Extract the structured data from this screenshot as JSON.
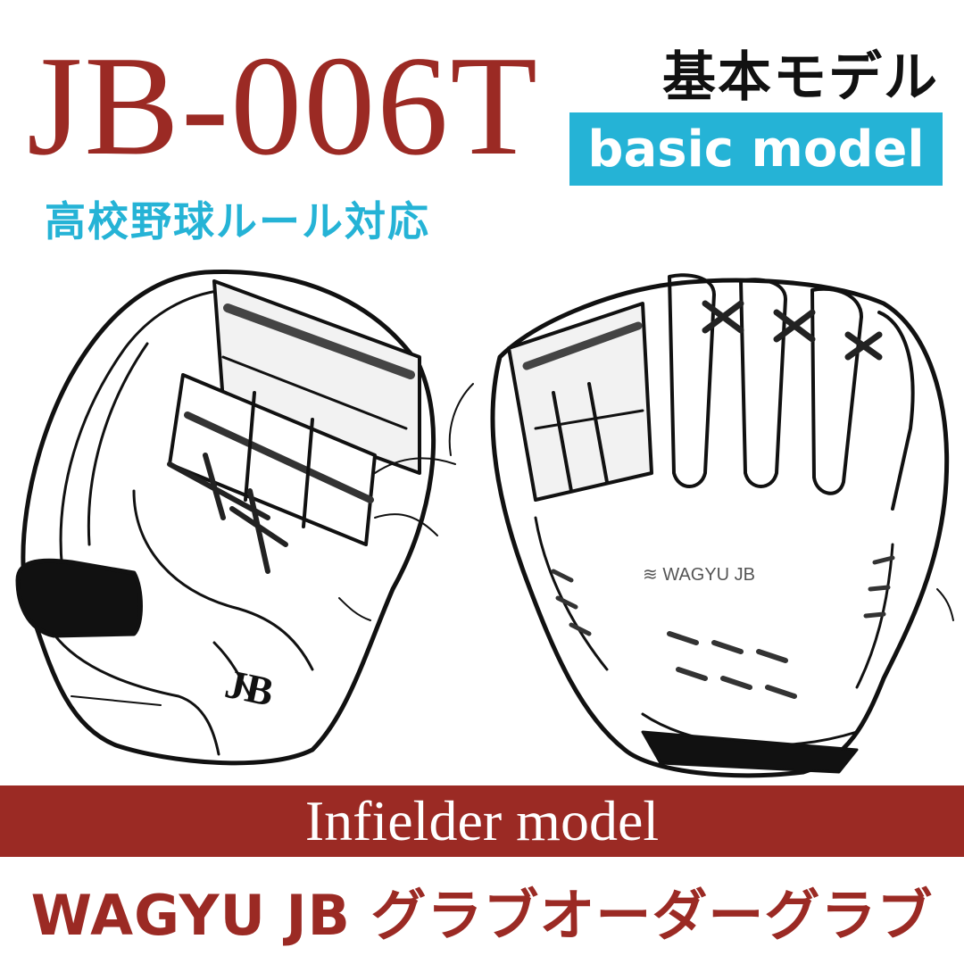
{
  "header": {
    "model_code": "JB-006T",
    "rule_note": "高校野球ルール対応",
    "model_kind": "基本モデル",
    "badge": "basic model"
  },
  "colors": {
    "brand_red": "#9b2a24",
    "accent_cyan": "#25b3d6",
    "text_black": "#111111"
  },
  "images": {
    "left_glove": "glove-back-icon",
    "right_glove": "glove-palm-icon"
  },
  "banner": {
    "label": "Infielder model"
  },
  "footer": {
    "brand_line": "WAGYU JB グラブオーダーグラブ"
  }
}
